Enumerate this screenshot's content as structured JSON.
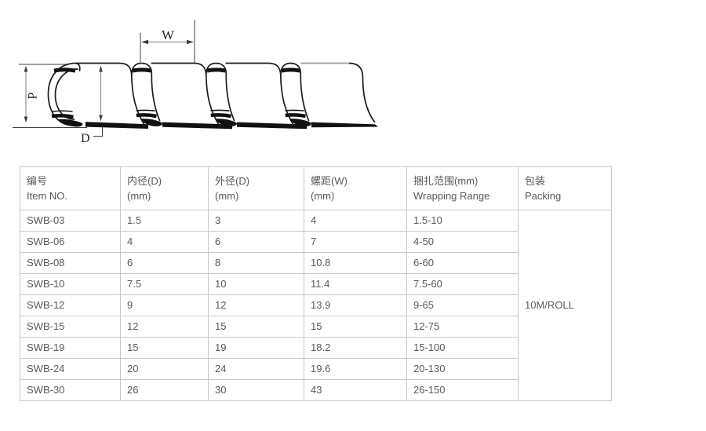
{
  "diagram": {
    "labels": {
      "w": "W",
      "p": "P",
      "d": "D"
    }
  },
  "table": {
    "headers": [
      {
        "line1": "编号",
        "line2": "Item NO."
      },
      {
        "line1": "内径(D)",
        "line2": "(mm)"
      },
      {
        "line1": "外径(D)",
        "line2": "(mm)"
      },
      {
        "line1": "螺距(W)",
        "line2": "(mm)"
      },
      {
        "line1": "捆扎范围(mm)",
        "line2": "Wrapping Range"
      },
      {
        "line1": "包装",
        "line2": "Packing"
      }
    ],
    "rows": [
      [
        "SWB-03",
        "1.5",
        "3",
        "4",
        "1.5-10"
      ],
      [
        "SWB-06",
        "4",
        "6",
        "7",
        "4-50"
      ],
      [
        "SWB-08",
        "6",
        "8",
        "10.8",
        "6-60"
      ],
      [
        "SWB-10",
        "7.5",
        "10",
        "11.4",
        "7.5-60"
      ],
      [
        "SWB-12",
        "9",
        "12",
        "13.9",
        "9-65"
      ],
      [
        "SWB-15",
        "12",
        "15",
        "15",
        "12-75"
      ],
      [
        "SWB-19",
        "15",
        "19",
        "18.2",
        "15-100"
      ],
      [
        "SWB-24",
        "20",
        "24",
        "19.6",
        "20-130"
      ],
      [
        "SWB-30",
        "26",
        "30",
        "43",
        "26-150"
      ]
    ],
    "packing": "10M/ROLL"
  },
  "colors": {
    "table_border": "#c9c9c9",
    "table_text": "#595959",
    "drawing_line": "#1b1b1b",
    "dimension_line": "#8f8f8f"
  }
}
